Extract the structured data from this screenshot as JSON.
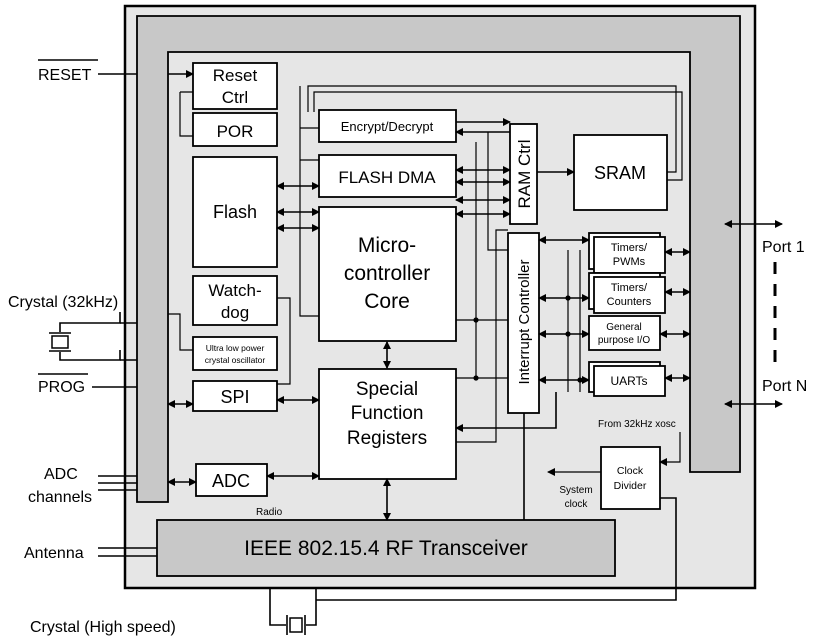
{
  "signals": {
    "reset": "RESET",
    "crystal_32k": "Crystal (32kHz)",
    "prog": "PROG",
    "adc_channels_line1": "ADC",
    "adc_channels_line2": "channels",
    "antenna": "Antenna",
    "crystal_hs": "Crystal (High speed)",
    "port1": "Port 1",
    "portn": "Port N"
  },
  "blocks": {
    "reset_ctrl_line1": "Reset",
    "reset_ctrl_line2": "Ctrl",
    "por": "POR",
    "flash": "Flash",
    "watchdog_line1": "Watch-",
    "watchdog_line2": "dog",
    "osc_line1": "Ultra low power",
    "osc_line2": "crystal oscillator",
    "spi": "SPI",
    "adc": "ADC",
    "encrypt": "Encrypt/Decrypt",
    "flash_dma": "FLASH DMA",
    "mcu_line1": "Micro-",
    "mcu_line2": "controller",
    "mcu_line3": "Core",
    "sfr_line1": "Special",
    "sfr_line2": "Function",
    "sfr_line3": "Registers",
    "ram_ctrl": "RAM Ctrl",
    "sram": "SRAM",
    "interrupt": "Interrupt Controller",
    "timers_pwm_line1": "Timers/",
    "timers_pwm_line2": "PWMs",
    "timers_cnt_line1": "Timers/",
    "timers_cnt_line2": "Counters",
    "gpio_line1": "General",
    "gpio_line2": "purpose I/O",
    "uarts": "UARTs",
    "clock_div_line1": "Clock",
    "clock_div_line2": "Divider",
    "radio": "Radio",
    "rf": "IEEE 802.15.4 RF Transceiver"
  },
  "notes": {
    "from_xosc": "From 32kHz xosc",
    "system_clock_line1": "System",
    "system_clock_line2": "clock"
  }
}
